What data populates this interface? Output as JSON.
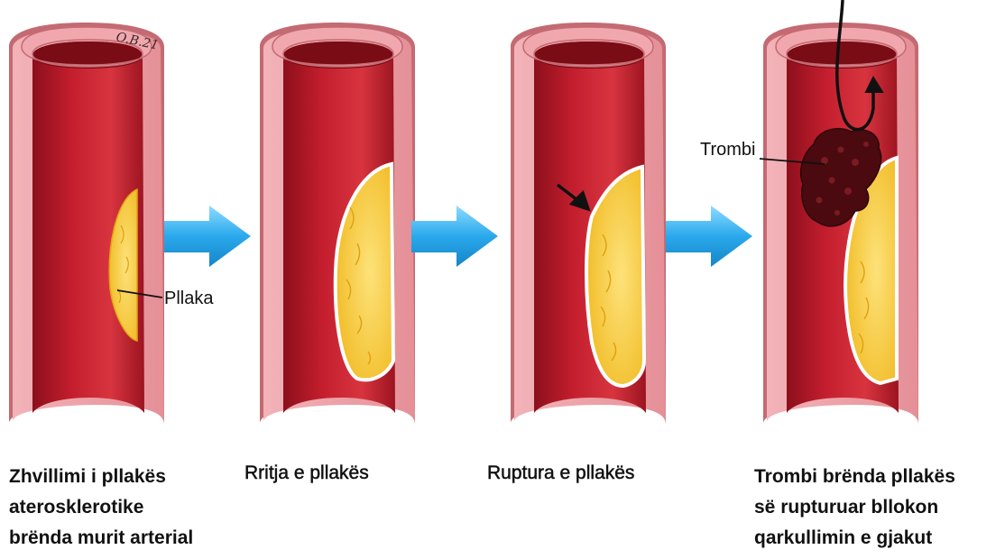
{
  "colors": {
    "wall_outer": "#e99aa0",
    "wall_outer_stroke": "#c46a72",
    "lumen": "#c41e2e",
    "lumen_dark": "#8c0f1b",
    "plaque": "#f5c431",
    "plaque_light": "#fde27a",
    "thrombus": "#4a0a10",
    "arrow": "#2aa9ec",
    "arrow_light": "#7fd3fb"
  },
  "signature": "O.B.21",
  "labels": {
    "plaque": "Pllaka",
    "thrombus": "Trombi"
  },
  "stages": [
    {
      "lines": [
        "Zhvillimi i pllakës",
        "aterosklerotike",
        "brënda murit arterial"
      ]
    },
    {
      "lines": [
        "Rritja e pllakës"
      ]
    },
    {
      "lines": [
        "Ruptura e pllakës"
      ]
    },
    {
      "lines": [
        "Trombi brënda pllakës",
        "së rupturuar bllokon",
        "qarkullimin e gjakut"
      ]
    }
  ]
}
